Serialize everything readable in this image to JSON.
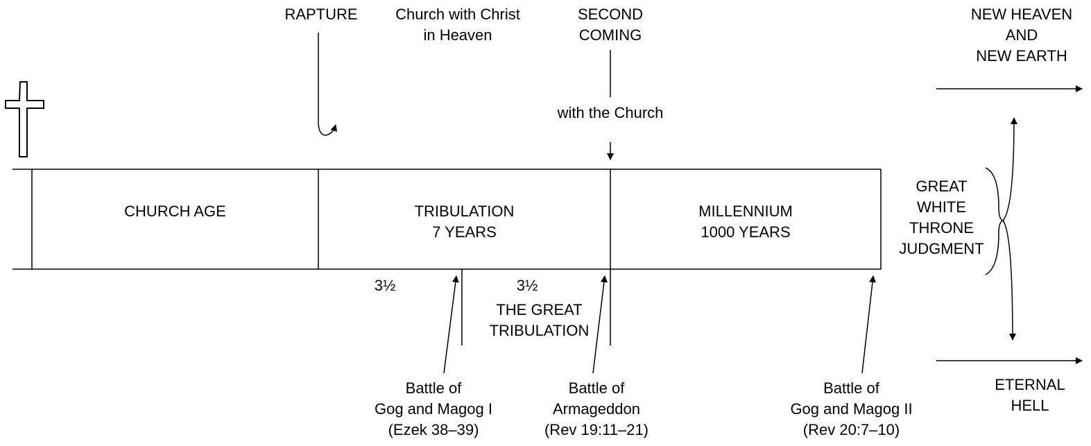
{
  "top_labels": {
    "rapture": "RAPTURE",
    "church_in_heaven": "Church with Christ\nin Heaven",
    "second_coming": "SECOND\nCOMING",
    "with_church": "with the Church",
    "new_heaven": "NEW HEAVEN\nAND\nNEW EARTH"
  },
  "periods": {
    "church_age": "CHURCH AGE",
    "tribulation": "TRIBULATION\n7 YEARS",
    "millennium": "MILLENNIUM\n1000 YEARS",
    "judgment": "GREAT\nWHITE\nTHRONE\nJUDGMENT"
  },
  "halves": {
    "first": "3½",
    "second": "3½",
    "great_tribulation": "THE GREAT\nTRIBULATION"
  },
  "battles": {
    "gog_magog_1": "Battle of\nGog and Magog I\n(Ezek 38–39)",
    "armageddon": "Battle of\nArmageddon\n(Rev 19:11–21)",
    "gog_magog_2": "Battle of\nGog and Magog II\n(Rev 20:7–10)"
  },
  "outcomes": {
    "eternal_hell": "ETERNAL\nHELL"
  },
  "icons": {
    "cross": "cross-icon"
  }
}
